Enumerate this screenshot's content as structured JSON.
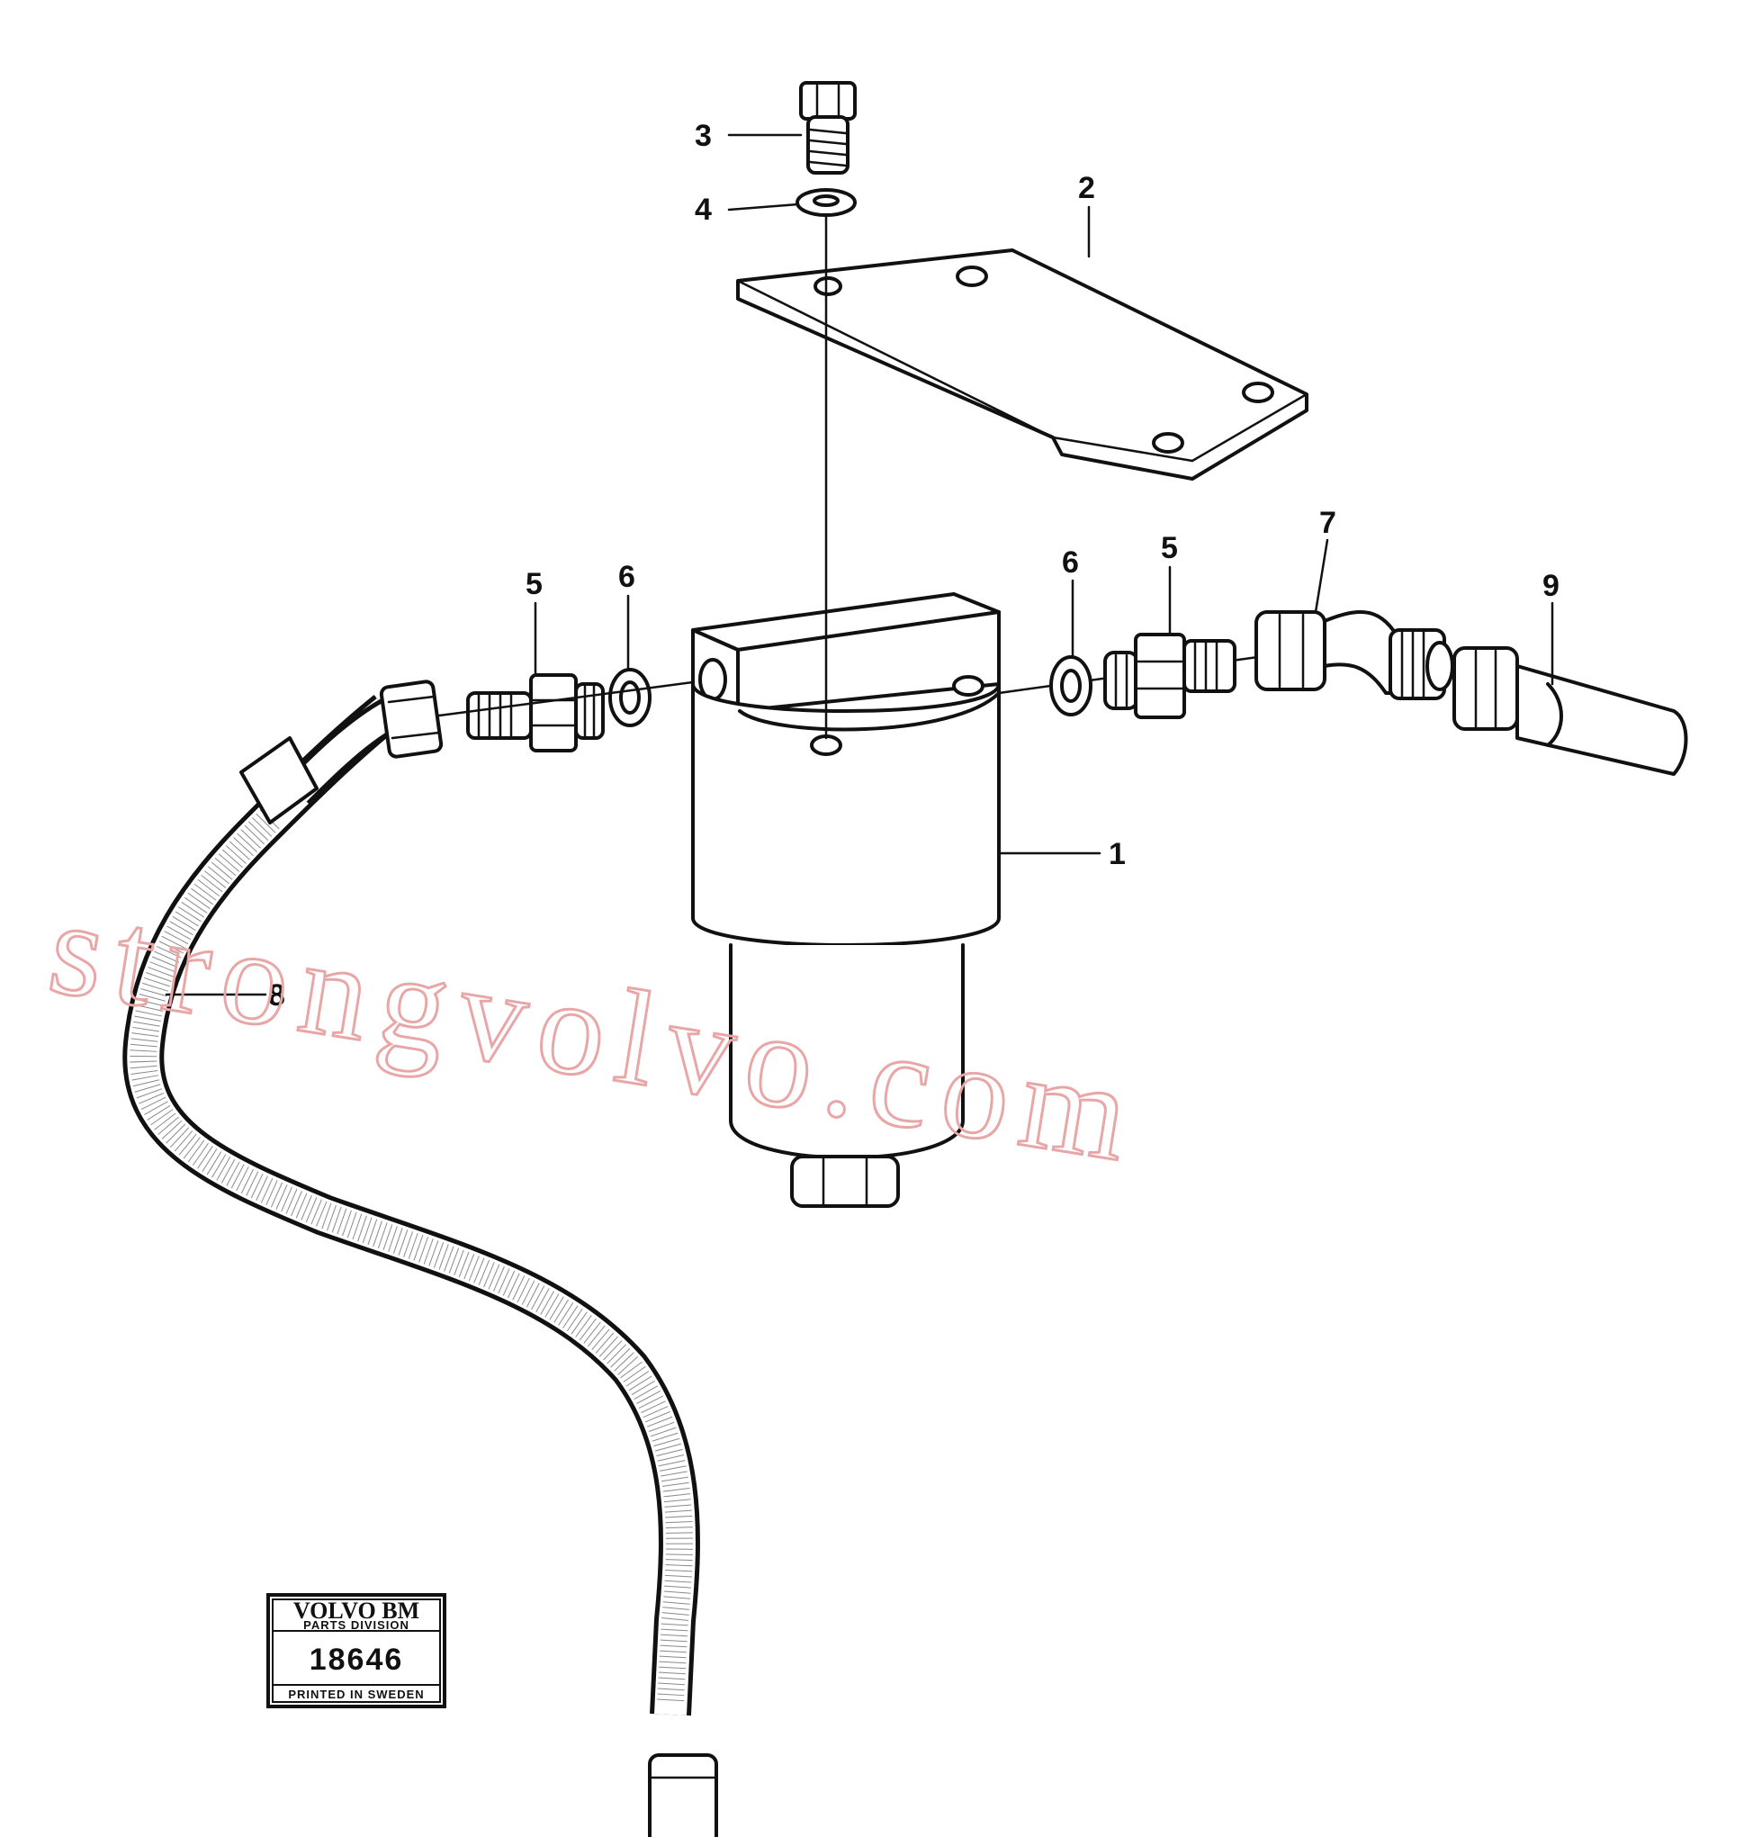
{
  "callouts": {
    "c1": "1",
    "c2": "2",
    "c3": "3",
    "c4": "4",
    "c5_left": "5",
    "c6_left": "6",
    "c6_right": "6",
    "c5_right": "5",
    "c7": "7",
    "c8": "8",
    "c9": "9"
  },
  "badge": {
    "brand": "VOLVO BM",
    "division": "PARTS DIVISION",
    "number": "18646",
    "printed": "PRINTED IN SWEDEN"
  },
  "watermark": {
    "text": "strongvolvo.com",
    "color": "#e8a6a6"
  }
}
